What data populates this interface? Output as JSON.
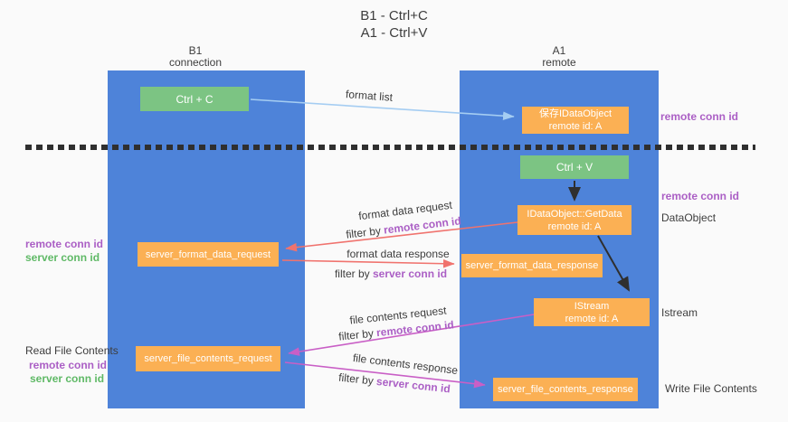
{
  "title": {
    "line1": "B1 - Ctrl+C",
    "line2": "A1 - Ctrl+V"
  },
  "columns": {
    "left": {
      "name": "B1",
      "role": "connection"
    },
    "right": {
      "name": "A1",
      "role": "remote"
    }
  },
  "nodes": {
    "ctrl_c": "Ctrl + C",
    "ctrl_v": "Ctrl + V",
    "save_dataobject": {
      "line1": "保存IDataObject",
      "line2": "remote id: A"
    },
    "getdata": {
      "line1": "IDataObject::GetData",
      "line2": "remote id: A"
    },
    "istream": {
      "line1": "IStream",
      "line2": "remote id: A"
    },
    "format_request": "server_format_data_request",
    "format_response": "server_format_data_response",
    "file_request": "server_file_contents_request",
    "file_response": "server_file_contents_response"
  },
  "flow_labels": {
    "format_list": "format list",
    "format_data_request": "format data request",
    "format_data_response": "format data response",
    "file_contents_request": "file contents request",
    "file_contents_response": "file contents response",
    "filter_by": "filter by ",
    "remote_conn_id": "remote conn id",
    "server_conn_id": "server conn id"
  },
  "side_labels": {
    "remote_conn_id": "remote conn id",
    "server_conn_id": "server conn id",
    "dataobject": "DataObject",
    "istream": "Istream",
    "read_file_contents": "Read File Contents",
    "write_file_contents": "Write File Contents"
  },
  "colors": {
    "column_blue": "#4e83d9",
    "node_green": "#7cc483",
    "node_orange": "#fbb054",
    "arrow_salmon": "#f0736e",
    "arrow_magenta": "#c95fc6",
    "arrow_lightblue": "#a5cdf2",
    "arrow_black": "#2f2f2f",
    "label_purple": "#ab5fc5",
    "label_green": "#5fb966",
    "text_dark": "#3d3d3d",
    "background": "#fafafa"
  }
}
